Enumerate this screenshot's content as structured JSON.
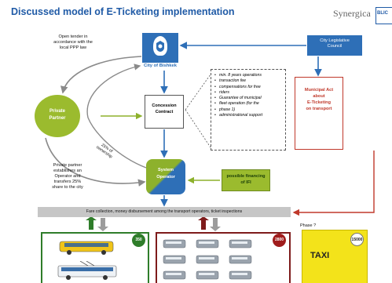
{
  "title": "Discussed  model of E-Ticketing implementation",
  "logo": {
    "text": "Synergica",
    "badge": "BLIC"
  },
  "notes": {
    "open_tender": [
      "Open tender in",
      "accordance with the",
      "local PPP law"
    ],
    "partner_establishes": [
      "Private partner",
      "establishes an",
      "Operator and",
      "transfers 25%",
      "share to the city"
    ],
    "ownership": [
      "25% of",
      "ownership"
    ]
  },
  "city": {
    "label": "City of Bishkek"
  },
  "council": {
    "line1": "City Legislative",
    "line2": "Council"
  },
  "private_partner": {
    "line1": "Private",
    "line2": "Partner"
  },
  "concession": {
    "line1": "Concession",
    "line2": "Contract"
  },
  "features": [
    "min. 8 years operations",
    "transaction fee",
    "compensations for free",
    "riders",
    "Guarantee  of municipal",
    "fleet operation (for the",
    "phase 1)",
    "administrational support"
  ],
  "municipal_act": {
    "line1": "Municipal  Act",
    "line2": "about",
    "line3": "E-Ticketing",
    "line4": "on transport"
  },
  "operator": {
    "line1": "System",
    "line2": "Operator"
  },
  "ifi": {
    "line1": "possible financing",
    "line2": "of IFI"
  },
  "fare_bar": "Fare collection, money disbursement among the transport operators, ticket inspections",
  "phase": "Phase ?",
  "counts": {
    "bus": "350",
    "minibus": "2800",
    "taxi": "15000"
  },
  "taxi_label": "TAXI",
  "colors": {
    "title_blue": "#1f5aa6",
    "city_blue": "#2e6fb7",
    "partner_green": "#9bbb2e",
    "municipal_red": "#c0392b",
    "bus_panel_green": "#2f7d2a",
    "minibus_panel_red": "#7e1b1b",
    "taxi_yellow": "#f3e31a",
    "bar_grey": "#c6c6c6"
  },
  "icons": [
    "city-emblem-icon",
    "trolleybus-icon",
    "bus-icon",
    "minibus-icon"
  ]
}
